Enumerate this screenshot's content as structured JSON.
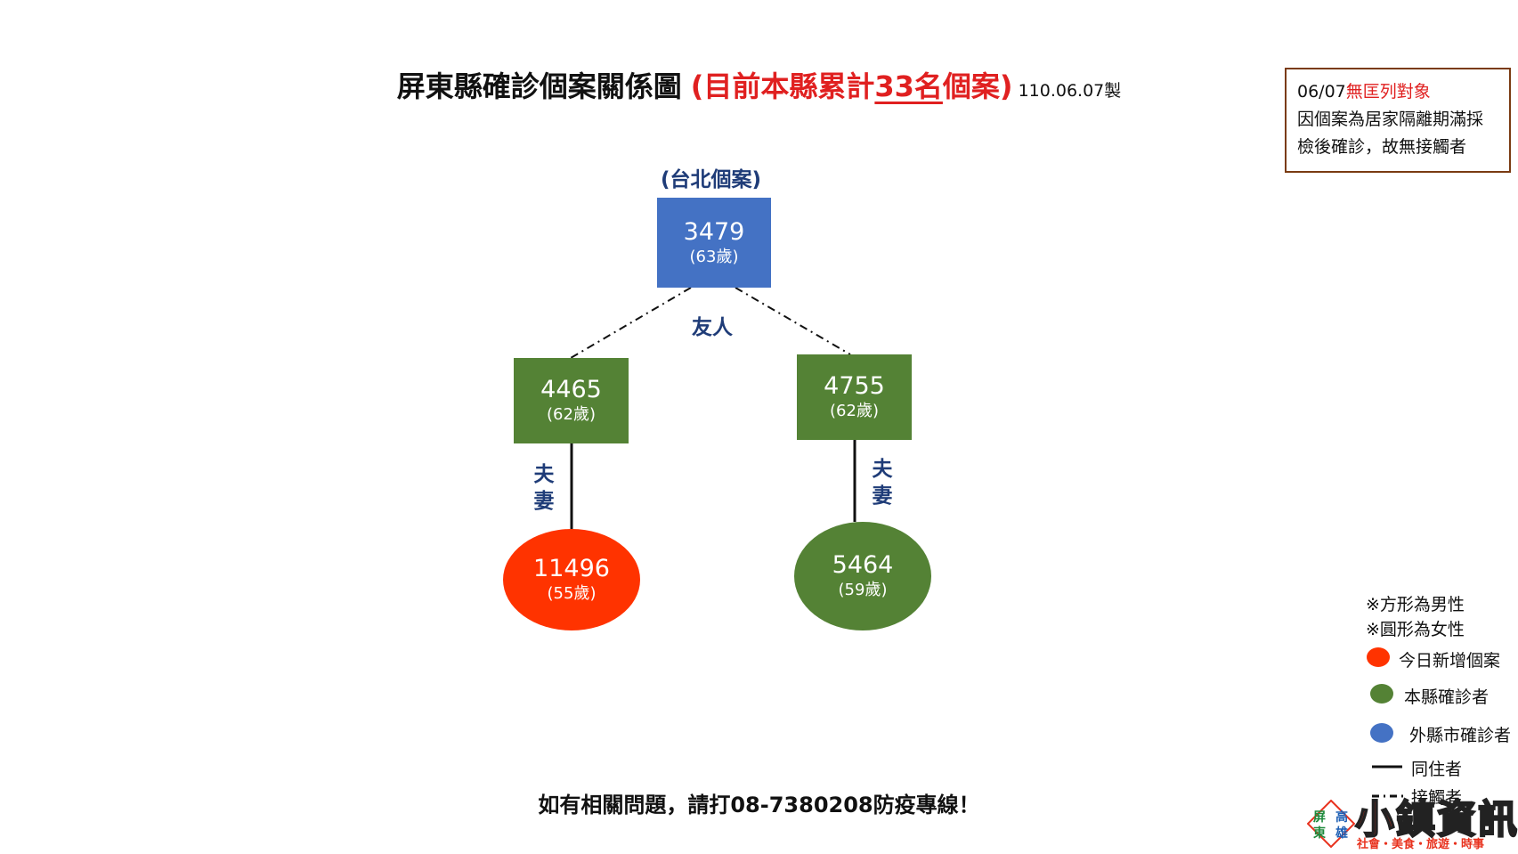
{
  "title": {
    "main": "屏東縣確診個案關係圖",
    "red_open": "(目前本縣累計",
    "red_count": "33名",
    "red_close": "個案)",
    "date": "110.06.07製"
  },
  "note": {
    "date": "06/07",
    "highlight": "無匡列對象",
    "line2": "因個案為居家隔離期滿採",
    "line3": "檢後確診，故無接觸者"
  },
  "nodes": {
    "taipei_label": "(台北個案)",
    "n3479": {
      "id": "3479",
      "age": "(63歲)"
    },
    "n4465": {
      "id": "4465",
      "age": "(62歲)"
    },
    "n4755": {
      "id": "4755",
      "age": "(62歲)"
    },
    "n11496": {
      "id": "11496",
      "age": "(55歲)"
    },
    "n5464": {
      "id": "5464",
      "age": "(59歲)"
    }
  },
  "relations": {
    "friend": "友人",
    "spouse_1": "夫",
    "spouse_2": "妻"
  },
  "legend": {
    "square": "※方形為男性",
    "circle": "※圓形為女性",
    "new_today": "今日新增個案",
    "county": "本縣確診者",
    "other_county": "外縣市確診者",
    "cohabitant": "同住者",
    "contact": "接觸者"
  },
  "colors": {
    "new_today": "#ff3300",
    "county": "#548235",
    "other_county": "#4472c4"
  },
  "footer": "如有相關問題，請打08-7380208防疫專線！",
  "logo": {
    "badge_chars": [
      "屏",
      "高",
      "東",
      "雄"
    ],
    "name": "小鎮資訊",
    "tagline": "社會・美食・旅遊・時事"
  }
}
